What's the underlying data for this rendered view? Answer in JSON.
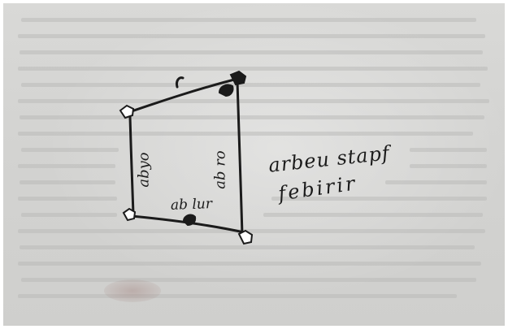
{
  "document": {
    "annotations": {
      "margin_note_line_1": "arbeu stapf",
      "margin_note_line_2": "febirir",
      "left_side_label": "abyo",
      "right_side_label": "ab ro",
      "bottom_side_label": "ab lur"
    },
    "colors": {
      "ink": "#1b1b1b",
      "paper": "#d6d6d4"
    }
  }
}
